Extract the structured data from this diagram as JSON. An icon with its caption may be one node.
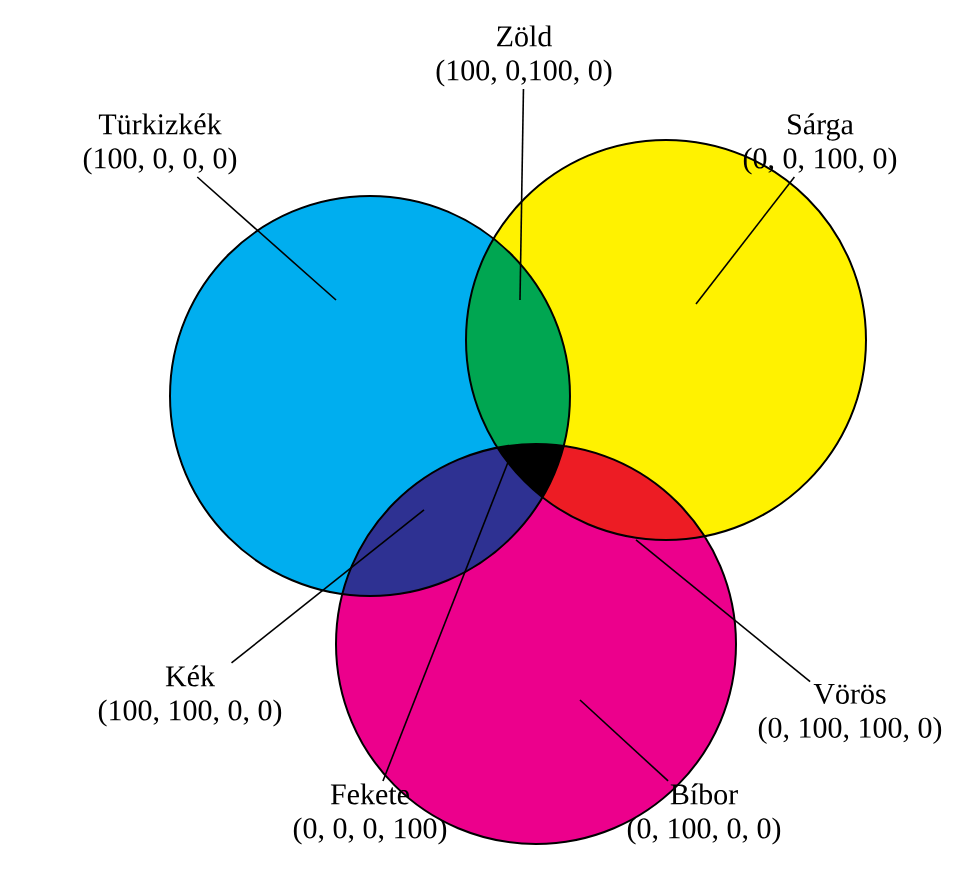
{
  "diagram": {
    "nodes": [
      {
        "text": [
          "Zöld",
          "(100, 0,100, 0)"
        ]
      },
      {
        "text": [
          "Türkizkék",
          "(100, 0, 0, 0)"
        ]
      },
      {
        "text": [
          "Sárga",
          "(0, 0, 100, 0)"
        ]
      },
      {
        "text": [
          "Kék",
          "(100, 100, 0, 0)"
        ]
      },
      {
        "text": [
          "Vörös",
          "(0, 100, 100, 0)"
        ]
      },
      {
        "text": [
          "Fekete",
          "(0, 0, 0, 100)"
        ]
      },
      {
        "text": [
          "Bíbor",
          "(0, 100, 0, 0)"
        ]
      }
    ],
    "edges": [
      {
        "from": 0,
        "to": null,
        "arrow": "none"
      },
      {
        "from": 1,
        "to": null,
        "arrow": "none"
      },
      {
        "from": 2,
        "to": null,
        "arrow": "none"
      },
      {
        "from": 3,
        "to": null,
        "arrow": "none"
      },
      {
        "from": 4,
        "to": null,
        "arrow": "none"
      },
      {
        "from": 5,
        "to": null,
        "arrow": "none"
      },
      {
        "from": 6,
        "to": null,
        "arrow": "none"
      }
    ]
  }
}
